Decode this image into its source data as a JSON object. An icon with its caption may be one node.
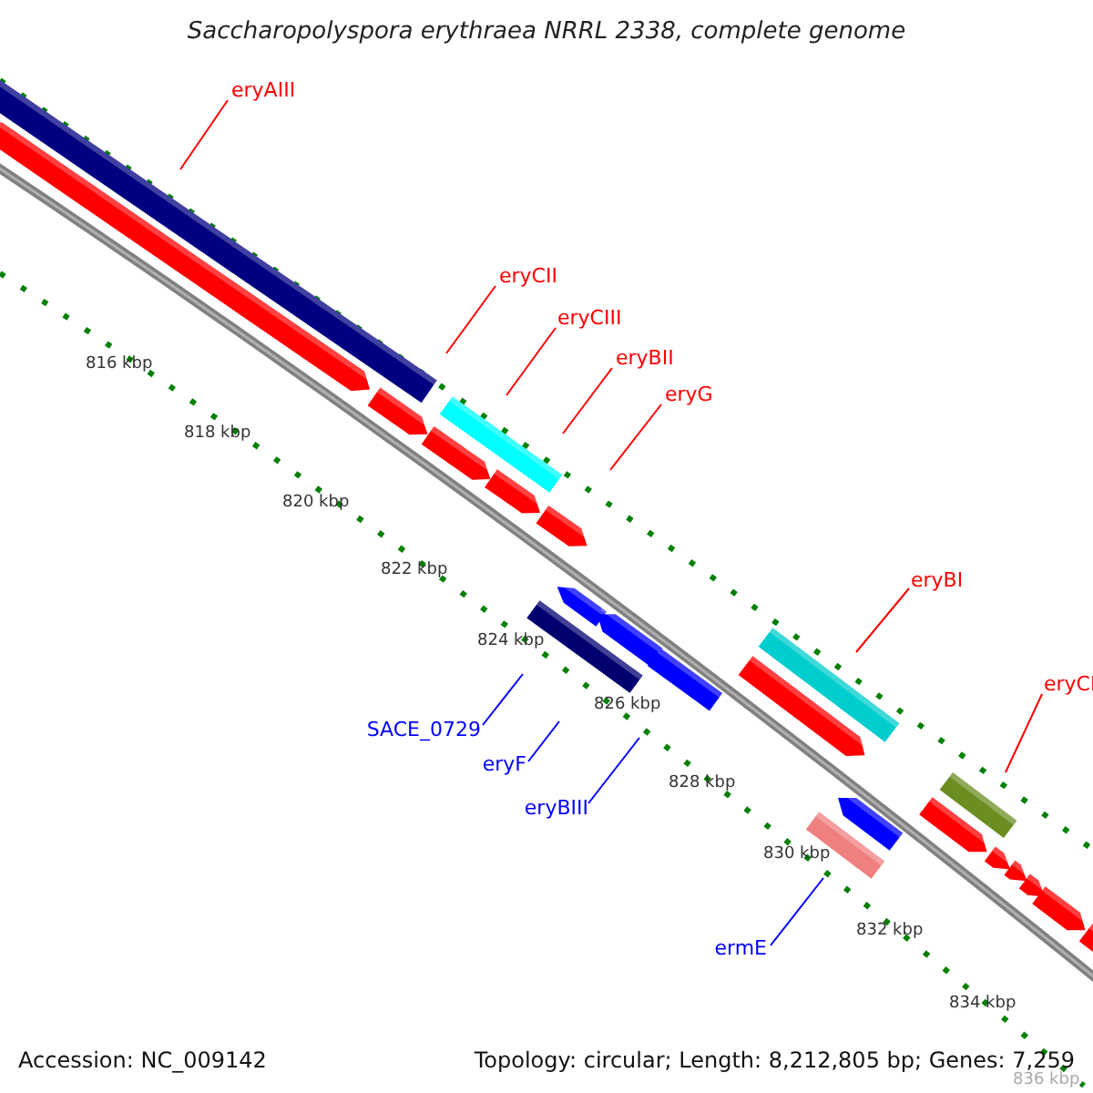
{
  "diagram": {
    "title": "Saccharopolyspora erythraea NRRL 2338, complete genome",
    "nodes": [
      {
        "text": [
          "eryAIII"
        ]
      },
      {
        "text": [
          "eryCII"
        ]
      },
      {
        "text": [
          "eryCIII"
        ]
      },
      {
        "text": [
          "eryBII"
        ]
      },
      {
        "text": [
          "eryG"
        ]
      },
      {
        "text": [
          "eryBI"
        ]
      },
      {
        "text": [
          "eryCI"
        ]
      },
      {
        "text": [
          "SACE_0729"
        ]
      },
      {
        "text": [
          "eryF"
        ]
      },
      {
        "text": [
          "eryBIII"
        ]
      },
      {
        "text": [
          "ermE"
        ]
      }
    ],
    "edges": [
      {
        "from": 0,
        "to": null,
        "arrow": "none"
      },
      {
        "from": 1,
        "to": null,
        "arrow": "none"
      },
      {
        "from": 2,
        "to": null,
        "arrow": "none"
      },
      {
        "from": 3,
        "to": null,
        "arrow": "none"
      },
      {
        "from": 4,
        "to": null,
        "arrow": "none"
      },
      {
        "from": 5,
        "to": null,
        "arrow": "none"
      },
      {
        "from": 6,
        "to": null,
        "arrow": "none"
      },
      {
        "from": 7,
        "to": null,
        "arrow": "none",
        "color": "#0000ff"
      },
      {
        "from": 8,
        "to": null,
        "arrow": "none",
        "color": "#0000ff"
      },
      {
        "from": 9,
        "to": null,
        "arrow": "none",
        "color": "#0000ff"
      },
      {
        "from": 10,
        "to": null,
        "arrow": "none",
        "color": "#0000ff"
      }
    ],
    "labels": [
      "816 kbp",
      "818 kbp",
      "820 kbp",
      "822 kbp",
      "824 kbp",
      "826 kbp",
      "828 kbp",
      "830 kbp",
      "832 kbp",
      "834 kbp",
      "836 kbp",
      "Accession: NC_009142",
      "Topology: circular; Length: 8,212,805 bp; Genes: 7,259"
    ]
  }
}
